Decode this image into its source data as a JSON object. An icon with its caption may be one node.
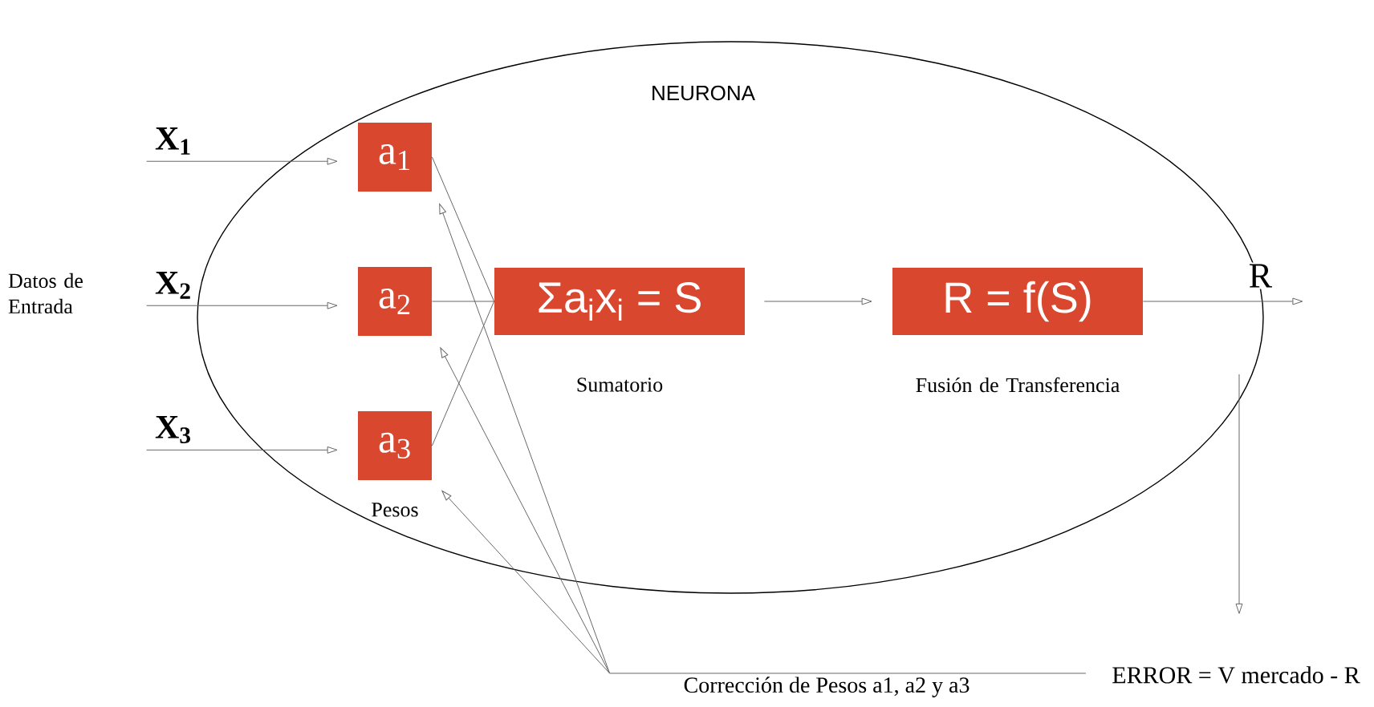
{
  "diagram": {
    "nodes": [
      {
        "text": [
          "NEURONA"
        ]
      },
      {
        "text": [
          "X$_{1}$"
        ]
      },
      {
        "text": [
          "X$_{2}$"
        ]
      },
      {
        "text": [
          "X$_{3}$"
        ]
      },
      {
        "text": [
          "a$_{1}$"
        ],
        "in": 0
      },
      {
        "text": [
          "a$_{2}$"
        ],
        "in": 0
      },
      {
        "text": [
          "a$_{3}$"
        ],
        "in": 0,
        "beside": [
          "Pesos"
        ]
      },
      {
        "text": [
          "Σa$_{i}$x$_{i}$ = S"
        ],
        "in": 0,
        "beside": [
          "Sumatorio"
        ]
      },
      {
        "text": [
          "R = f(S)"
        ],
        "in": 0,
        "beside": [
          "Fusión de Transferencia"
        ]
      },
      {
        "text": [
          "ERROR = V mercado - R"
        ]
      },
      {
        "text": [
          "Corrección de Pesos a1,  a2 y a3"
        ]
      }
    ],
    "edges": [
      {
        "from": 1,
        "to": 4,
        "arrow": "to"
      },
      {
        "from": 2,
        "to": 5,
        "arrow": "to"
      },
      {
        "from": 3,
        "to": 6,
        "arrow": "to"
      },
      {
        "from": 4,
        "to": 7,
        "arrow": "none"
      },
      {
        "from": 5,
        "to": 7,
        "arrow": "none"
      },
      {
        "from": 6,
        "to": 7,
        "arrow": "none"
      },
      {
        "from": 7,
        "to": 8,
        "arrow": "to"
      },
      {
        "from": 8,
        "to": null,
        "arrow": "to",
        "label": "R"
      },
      {
        "from": 0,
        "to": 9,
        "arrow": "to"
      },
      {
        "from": 10,
        "to": 4,
        "arrow": "to"
      },
      {
        "from": 10,
        "to": 5,
        "arrow": "to"
      },
      {
        "from": 10,
        "to": 6,
        "arrow": "to"
      },
      {
        "from": 10,
        "to": 9,
        "arrow": "none"
      }
    ],
    "labels": [
      "Datos de Entrada"
    ]
  }
}
